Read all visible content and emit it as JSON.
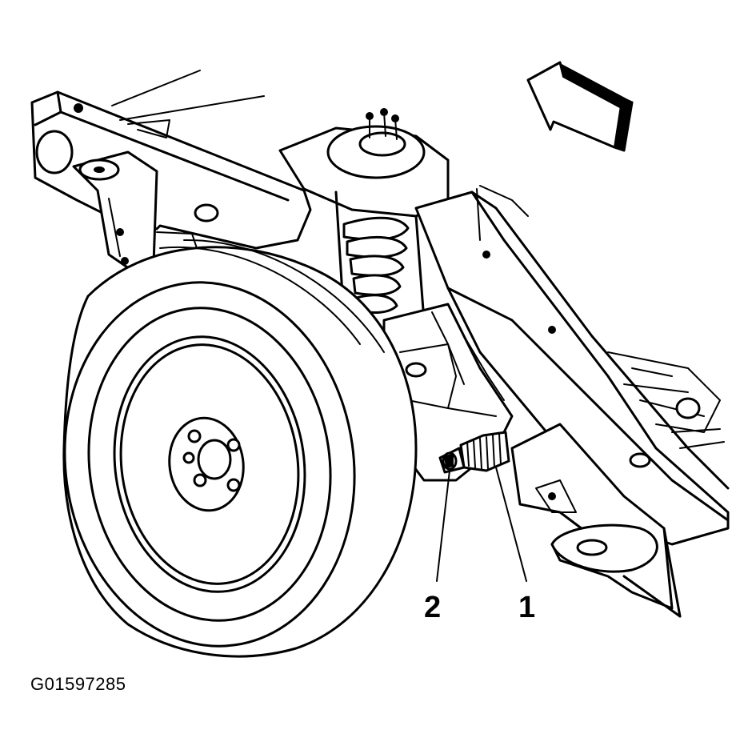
{
  "callouts": {
    "item_1": "1",
    "item_2": "2"
  },
  "figure_id": "G01597285",
  "direction_arrow": {
    "icon": "forward-arrow-icon"
  },
  "colors": {
    "line": "#000000",
    "background": "#ffffff"
  }
}
